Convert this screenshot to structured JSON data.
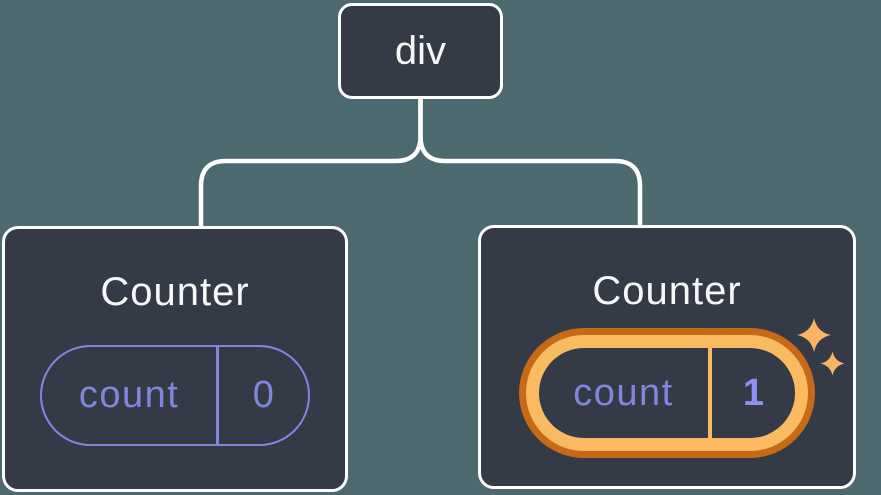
{
  "diagram": {
    "type": "component-tree",
    "root": {
      "label": "div"
    },
    "children": [
      {
        "title": "Counter",
        "state": {
          "key": "count",
          "value": "0"
        },
        "highlighted": false
      },
      {
        "title": "Counter",
        "state": {
          "key": "count",
          "value": "1"
        },
        "highlighted": true
      }
    ]
  },
  "icons": {
    "sparkles": "sparkles-icon"
  },
  "colors": {
    "background": "#4D6970",
    "node_fill": "#343A46",
    "node_border": "#FFFFFF",
    "connector": "#FFFFFF",
    "text_primary": "#F6F7F9",
    "state_purple": "#8186DD",
    "state_purple_bright": "#8D92EE",
    "highlight_ring_outer": "#C76A17",
    "highlight_ring_inner": "#F9BA62",
    "sparkle": "#F8B563"
  }
}
